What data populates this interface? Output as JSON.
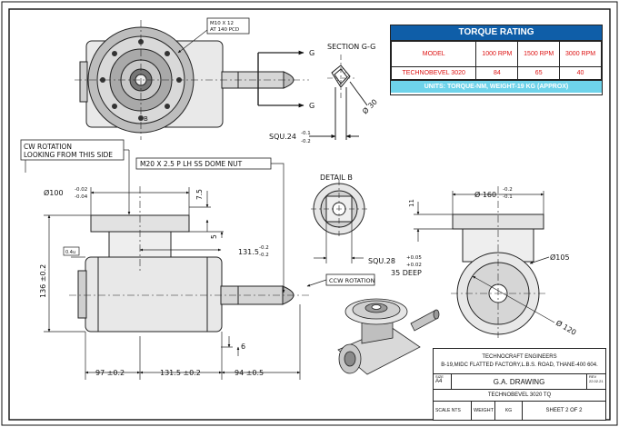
{
  "torque_table": {
    "title": "TORQUE RATING",
    "header": [
      "MODEL",
      "1000 RPM",
      "1500 RPM",
      "3000 RPM"
    ],
    "rows": [
      [
        "TECHNOBEVEL 3020",
        "84",
        "65",
        "40"
      ]
    ],
    "units": "UNITS: TORQUE-NM, WEIGHT-19 KG (APPROX)",
    "colors": {
      "header_bg": "#0f5ea8",
      "units_bg": "#6ed3ea",
      "value_text": "#dd1111"
    }
  },
  "notes": {
    "m10": "M10 X 12",
    "m10_2": "AT 140 PCD",
    "section_gg": "SECTION G-G",
    "g_top": "G",
    "g_bottom": "G",
    "dia30": "Ø 30",
    "squ24": "SQU.24",
    "squ24_tol_up": "-0.1",
    "squ24_tol_dn": "-0.2",
    "cw1": "CW ROTATION",
    "cw2": "LOOKING FROM THIS SIDE",
    "dome_nut": "M20 X 2.5 P LH  SS DOME NUT",
    "ccw": "CCW ROTATION",
    "detail_b": "DETAIL B",
    "squ28": "SQU.28",
    "squ28_tol_up": "+0.05",
    "squ28_tol_dn": "+0.02",
    "deep35": "35 DEEP",
    "b_mark": "B",
    "flat": "0.4u"
  },
  "dimensions": {
    "d100": "Ø100",
    "d100_tol_up": "-0.02",
    "d100_tol_dn": "-0.04",
    "d75": "7.5",
    "d5": "5",
    "d131_right": "131.5",
    "d131_right_tol_up": "-0.2",
    "d131_right_tol_dn": "-0.2",
    "d136": "136 ±0.2",
    "d97": "97 ±0.2",
    "d131_bottom": "131.5 ±0.2",
    "d94": "94 ±0.5",
    "d6": "6",
    "d160": "Ø 160",
    "d160_tol_up": "-0.2",
    "d160_tol_dn": "-0.1",
    "d11": "11",
    "d105": "Ø105",
    "d120": "Ø 120"
  },
  "title_block": {
    "company": "TECHNOCRAFT ENGINEERS",
    "address": "B-19,MIDC FLATTED FACTORY,L.B.S. ROAD, THANE-400 604.",
    "size_label": "SIZE",
    "size": "A4",
    "drawing": "G.A. DRAWING",
    "rev_label": "REV",
    "rev": "22.02.21",
    "part": "TECHNOBEVEL 3020 TQ",
    "scale": "SCALE NTS",
    "weight_label": "WEIGHT",
    "weight_unit": "KG",
    "sheet": "SHEET 2 OF 2"
  }
}
